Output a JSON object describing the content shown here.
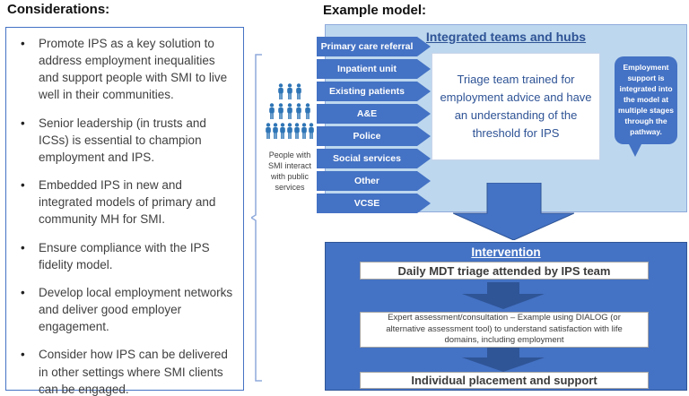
{
  "considerations": {
    "title": "Considerations:",
    "bullets": [
      "Promote IPS as a key solution to address employment inequalities and support people with SMI to live well in their communities.",
      "Senior leadership (in trusts and ICSs) is essential to champion employment and IPS.",
      "Embedded IPS in new and integrated models of primary and community MH for SMI.",
      "Ensure compliance with the IPS fidelity model.",
      "Develop local employment networks and deliver good employer engagement.",
      "Consider how IPS can be delivered in other settings where SMI clients can be engaged."
    ]
  },
  "example_model": {
    "title": "Example model:",
    "people_caption": "People with SMI interact with public services",
    "integrated_hub": {
      "title": "Integrated teams and hubs",
      "referral_sources": [
        "Primary care referral",
        "Inpatient unit",
        "Existing patients",
        "A&E",
        "Police",
        "Social services",
        "Other",
        "VCSE"
      ],
      "triage_box": "Triage team trained for employment advice and have an understanding of the threshold for IPS",
      "callout": "Employment support is integrated into the model at multiple stages through the pathway."
    },
    "intervention": {
      "title": "Intervention",
      "steps": [
        "Daily MDT triage attended by IPS team",
        "Expert assessment/consultation – Example using DIALOG (or alternative assessment tool) to understand satisfaction with life domains, including employment",
        "Individual placement and support"
      ]
    }
  },
  "colors": {
    "accent_blue": "#4472C4",
    "dark_blue": "#2F5597",
    "light_blue_panel": "#BDD7EE",
    "panel_border": "#8FAADC",
    "heading_blue": "#2E5395",
    "people_blue": "#2E75B6",
    "body_text": "#3F3F3F"
  }
}
